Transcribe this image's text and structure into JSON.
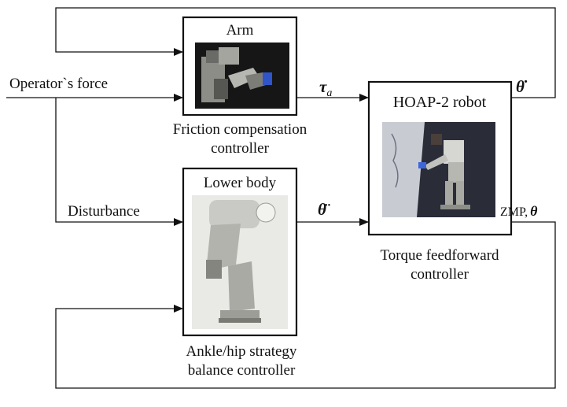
{
  "arm_block": {
    "title": "Arm",
    "caption_line1": "Friction compensation",
    "caption_line2": "controller",
    "photo_icon": "robot-arm-photo"
  },
  "lower_body_block": {
    "title": "Lower body",
    "caption_line1": "Ankle/hip strategy",
    "caption_line2": "balance controller",
    "photo_icon": "robot-lower-body-photo"
  },
  "robot_block": {
    "title": "HOAP-2 robot",
    "caption_line1": "Torque feedforward",
    "caption_line2": "controller",
    "photo_icon": "hoap2-robot-photo"
  },
  "signals": {
    "operator_force": "Operator`s force",
    "disturbance": "Disturbance",
    "tau_a_symbol": "τ",
    "tau_a_subscript": "a",
    "theta_dot": "θ̇",
    "theta_ddot": "θ̈",
    "zmp_prefix": "ZMP,",
    "zmp_theta": "θ"
  },
  "colors": {
    "line": "#111111",
    "photo_background": "#1a1a1a",
    "lower_body_background": "#e9e9e6",
    "robot_scene_background": "#2a2c38"
  }
}
